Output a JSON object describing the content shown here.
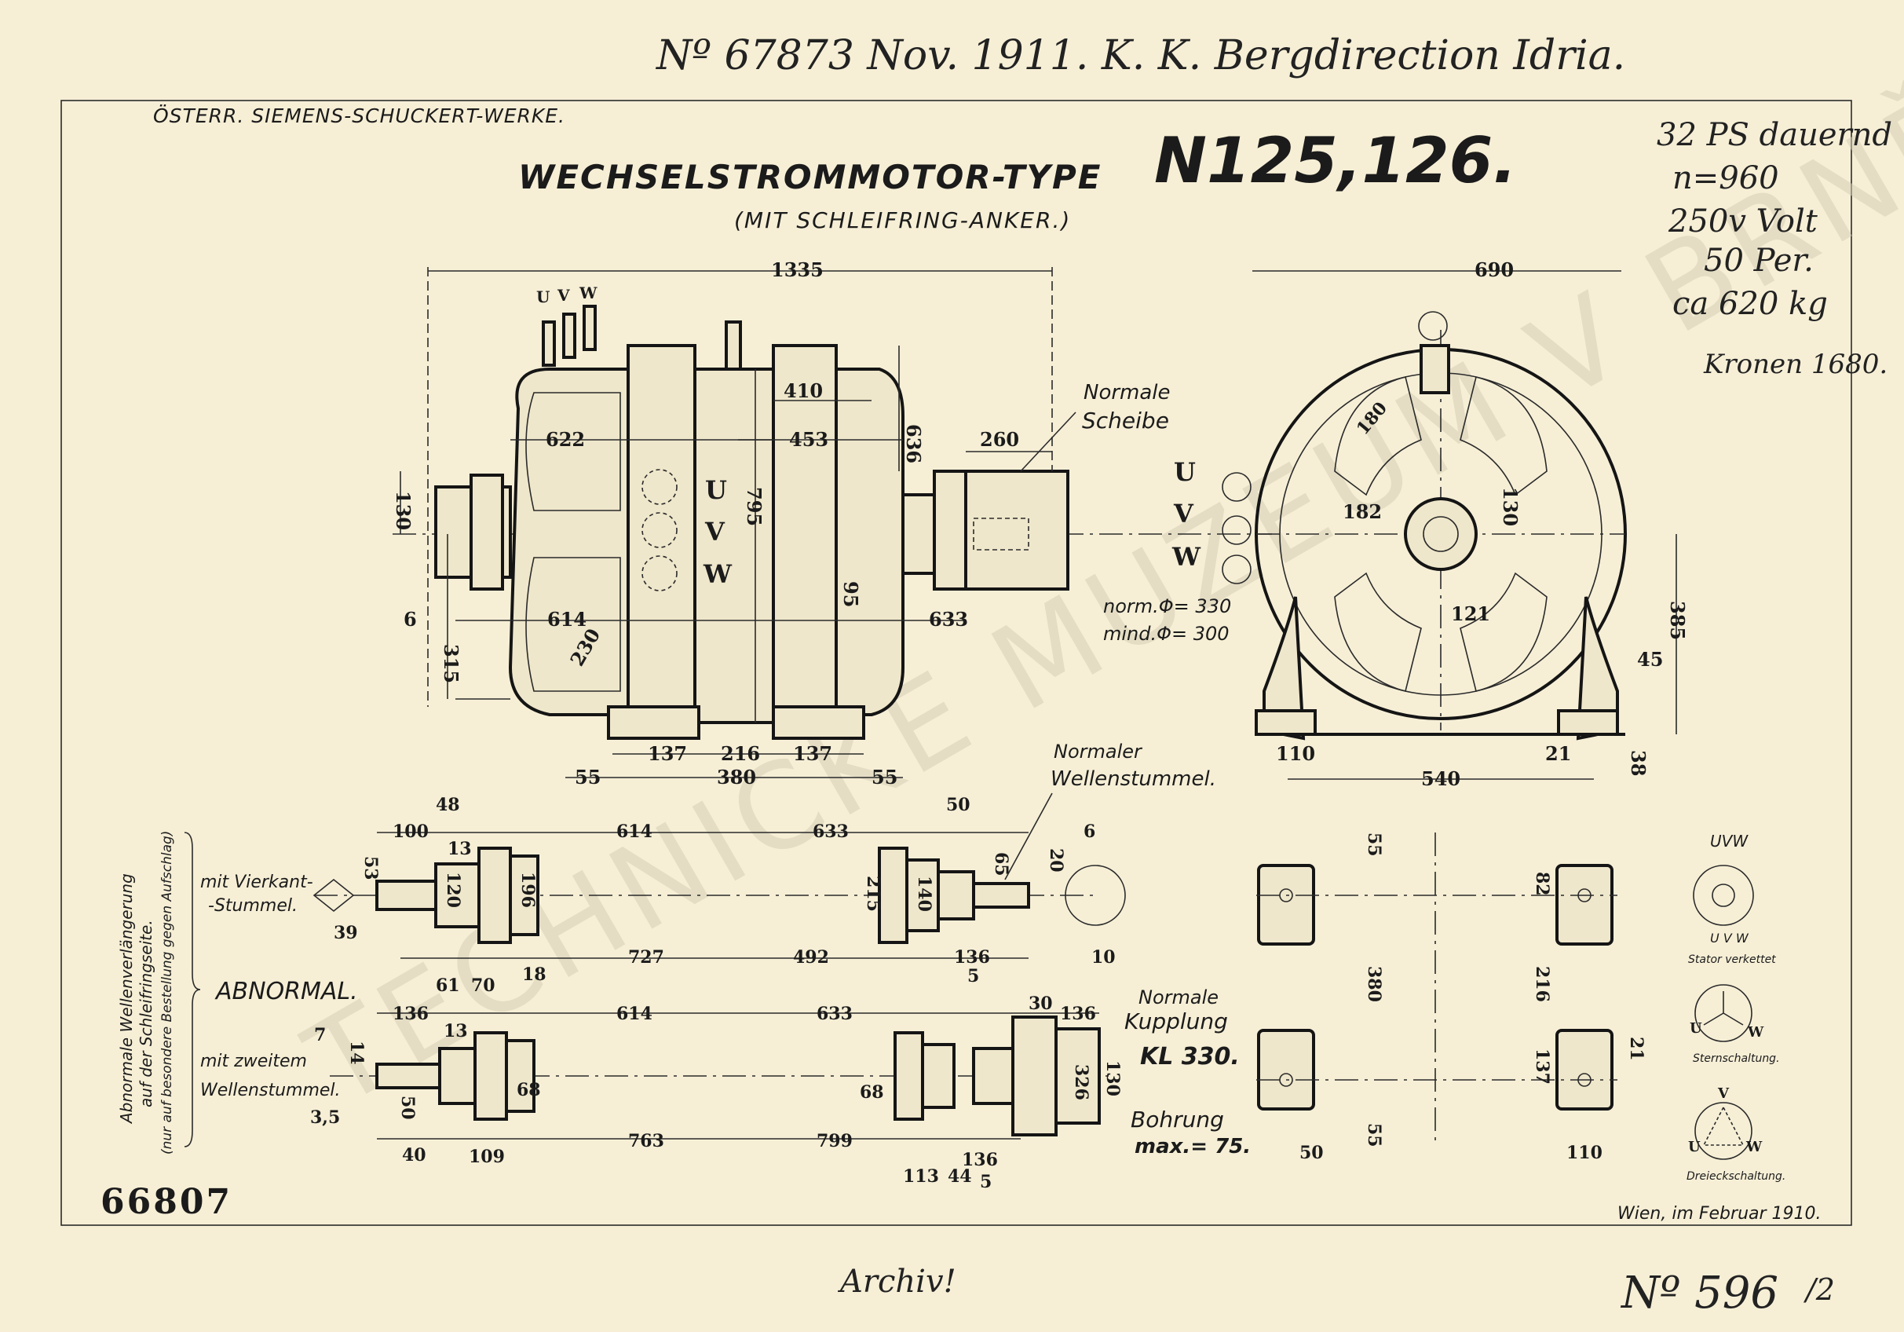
{
  "handwriting": {
    "top_note": "Nº 67873   Nov. 1911.   K. K. Bergdirection Idria.",
    "specs": [
      "32 PS dauernd",
      "n=960",
      "250v Volt",
      "50 Per.",
      "ca 620 kg",
      "Kronen 1680."
    ],
    "archive": "Archiv!",
    "sheet_no": "Nº 596",
    "sheet_sub": "/2"
  },
  "header": {
    "company": "ÖSTERR. SIEMENS-SCHUCKERT-WERKE.",
    "title": "WECHSELSTROMMOTOR-TYPE",
    "type": "N125,126.",
    "subtitle": "(MIT SCHLEIFRING-ANKER.)"
  },
  "watermark": "TECHNICKÉ MUZEUM V BRNĚ",
  "drawing_no": "66807",
  "date_line": "Wien, im Februar 1910.",
  "side_note": {
    "line1": "Abnormale Wellenverlängerung",
    "line2": "auf der Schleifringseite.",
    "line3": "(nur auf besondere Bestellung gegen Aufschlag)"
  },
  "labels": {
    "normale_scheibe": [
      "Normale",
      "Scheibe"
    ],
    "norm_phi": "norm.Φ= 330",
    "mind_phi": "mind.Φ= 300",
    "normaler_wellenstummel": [
      "Normaler",
      "Wellenstummel."
    ],
    "mit_vierkant": [
      "mit Vierkant-",
      "-Stummel."
    ],
    "abnormal": "ABNORMAL.",
    "mit_zweitem": [
      "mit zweitem",
      "Wellenstummel."
    ],
    "normale_kupplung": [
      "Normale",
      "Kupplung",
      "KL 330."
    ],
    "bohrung": [
      "Bohrung",
      "max.= 75."
    ],
    "terminals": [
      "U",
      "V",
      "W"
    ],
    "uvw": "UVW",
    "uvw_small": "U V W",
    "stator": "Stator verkettet",
    "stern": "Sternschaltung.",
    "dreieck": "Dreieckschaltung."
  },
  "dims_front": [
    "1335",
    "622",
    "410",
    "453",
    "636",
    "795",
    "260",
    "130",
    "6",
    "614",
    "230",
    "95",
    "633",
    "315",
    "137",
    "216",
    "137",
    "55",
    "380",
    "55"
  ],
  "dims_side": [
    "690",
    "180",
    "182",
    "130",
    "121",
    "385",
    "45",
    "110",
    "21",
    "38",
    "540"
  ],
  "dims_shaft1": [
    "48",
    "100",
    "13",
    "614",
    "633",
    "50",
    "6",
    "53",
    "120",
    "196",
    "215",
    "140",
    "65",
    "20",
    "39",
    "727",
    "492",
    "136",
    "10",
    "61",
    "70",
    "18",
    "5"
  ],
  "dims_shaft2": [
    "136",
    "13",
    "614",
    "633",
    "30",
    "136",
    "7",
    "14",
    "3,5",
    "50",
    "68",
    "68",
    "326",
    "130",
    "40",
    "109",
    "763",
    "799",
    "136",
    "113",
    "44",
    "5"
  ],
  "dims_base": [
    "55",
    "82",
    "380",
    "216",
    "21",
    "137",
    "55",
    "50",
    "110"
  ]
}
